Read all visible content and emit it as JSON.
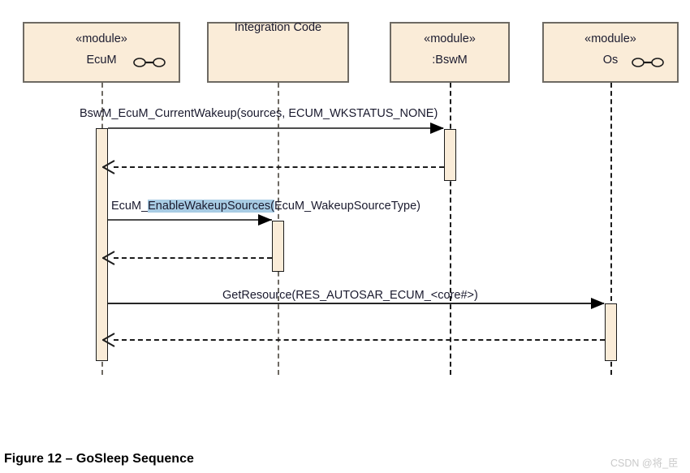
{
  "diagram": {
    "title": "GoSleep Sequence",
    "caption": "Figure 12 – GoSleep Sequence",
    "watermark": "CSDN @将_臣",
    "colors": {
      "participant_fill": "#faecd8",
      "participant_border": "#6e6a63",
      "activation_fill": "#faecd8",
      "activation_border": "#1c1c1c",
      "highlight": "#a8cce4",
      "text": "#1a1a2e"
    },
    "participants": [
      {
        "id": "ecum",
        "stereotype": "«module»",
        "name": "EcuM",
        "has_interface_icon": true
      },
      {
        "id": "integration",
        "stereotype": "",
        "name": "Integration Code",
        "has_interface_icon": false
      },
      {
        "id": "bswm",
        "stereotype": "«module»",
        "name": ":BswM",
        "has_interface_icon": false
      },
      {
        "id": "os",
        "stereotype": "«module»",
        "name": "Os",
        "has_interface_icon": true
      }
    ],
    "messages": [
      {
        "index": 1,
        "kind": "call",
        "from": "ecum",
        "to": "bswm",
        "label_prefix": "BswM_EcuM_CurrentWakeup(sources, ECUM_WKSTATUS_NONE)",
        "label_highlight": "",
        "label_suffix": ""
      },
      {
        "index": 2,
        "kind": "return",
        "from": "bswm",
        "to": "ecum",
        "label_prefix": "",
        "label_highlight": "",
        "label_suffix": ""
      },
      {
        "index": 3,
        "kind": "call",
        "from": "ecum",
        "to": "integration",
        "label_prefix": "EcuM_",
        "label_highlight": "EnableWakeupSources(",
        "label_suffix": "EcuM_WakeupSourceType)"
      },
      {
        "index": 4,
        "kind": "return",
        "from": "integration",
        "to": "ecum",
        "label_prefix": "",
        "label_highlight": "",
        "label_suffix": ""
      },
      {
        "index": 5,
        "kind": "call",
        "from": "ecum",
        "to": "os",
        "label_prefix": "GetResource(RES_AUTOSAR_ECUM_<core#>)",
        "label_highlight": "",
        "label_suffix": ""
      },
      {
        "index": 6,
        "kind": "return",
        "from": "os",
        "to": "ecum",
        "label_prefix": "",
        "label_highlight": "",
        "label_suffix": ""
      }
    ]
  }
}
